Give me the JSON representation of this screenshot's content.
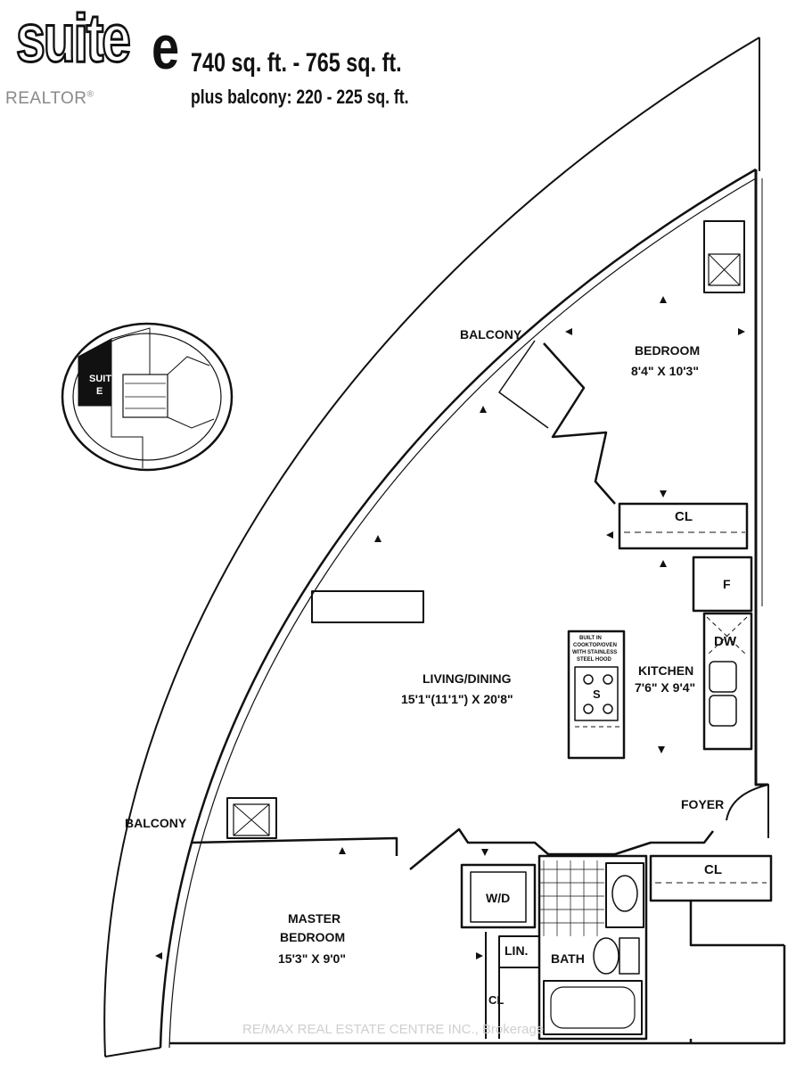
{
  "header": {
    "suite_word": "suite",
    "suite_letter": "e",
    "area": "740 sq. ft. - 765 sq. ft.",
    "balcony_area": "plus balcony: 220 - 225 sq. ft.",
    "realtor_logo": "REALTOR",
    "realtor_mark": "®"
  },
  "key_plan": {
    "suite_label_line1": "SUITE",
    "suite_label_line2": "E"
  },
  "rooms": {
    "balcony_top": "BALCONY",
    "balcony_bottom": "BALCONY",
    "bedroom": "BEDROOM",
    "bedroom_size": "8'4\" X 10'3\"",
    "closet_bedroom": "CL",
    "fridge": "F",
    "dishwasher": "DW",
    "kitchen": "KITCHEN",
    "kitchen_size": "7'6\" X 9'4\"",
    "living": "LIVING/DINING",
    "living_size": "15'1\"(11'1\") X 20'8\"",
    "island_note_1": "BUILT IN",
    "island_note_2": "COOKTOP/OVEN",
    "island_note_3": "WITH STAINLESS",
    "island_note_4": "STEEL HOOD",
    "stove": "S",
    "foyer": "FOYER",
    "closet_foyer": "CL",
    "washer_dryer": "W/D",
    "linen": "LIN.",
    "bath": "BATH",
    "closet_master": "CL",
    "master_line1": "MASTER",
    "master_line2": "BEDROOM",
    "master_size": "15'3\" X 9'0\""
  },
  "watermark": "RE/MAX REAL ESTATE CENTRE INC., Brokerage"
}
